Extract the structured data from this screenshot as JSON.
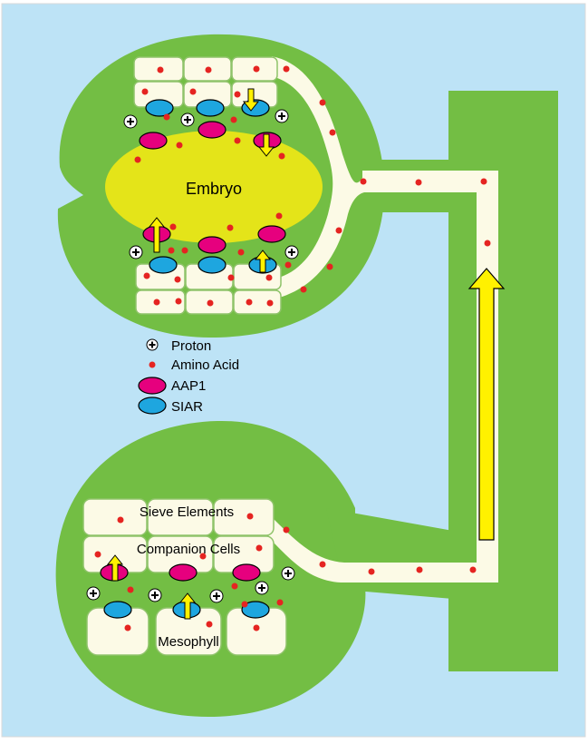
{
  "colors": {
    "background": "#bde3f6",
    "tissue_green": "#73be44",
    "cell_cream": "#fcfae6",
    "cell_border": "#8fc36a",
    "embryo_yellow": "#e4e419",
    "amino_acid_red": "#e52421",
    "aap1_magenta": "#e6007e",
    "siar_blue": "#1ea6df",
    "arrow_yellow": "#fff100",
    "outline": "#000000"
  },
  "labels": {
    "embryo": "Embryo",
    "sieve_elements": "Sieve Elements",
    "companion_cells": "Companion Cells",
    "mesophyll": "Mesophyll"
  },
  "legend": {
    "items": [
      {
        "key": "proton",
        "label": "Proton",
        "icon": "plus-circle-icon"
      },
      {
        "key": "amino_acid",
        "label": "Amino Acid",
        "icon": "red-dot-icon"
      },
      {
        "key": "aap1",
        "label": "AAP1",
        "icon": "magenta-ellipse-icon"
      },
      {
        "key": "siar",
        "label": "SIAR",
        "icon": "blue-ellipse-icon"
      }
    ]
  }
}
